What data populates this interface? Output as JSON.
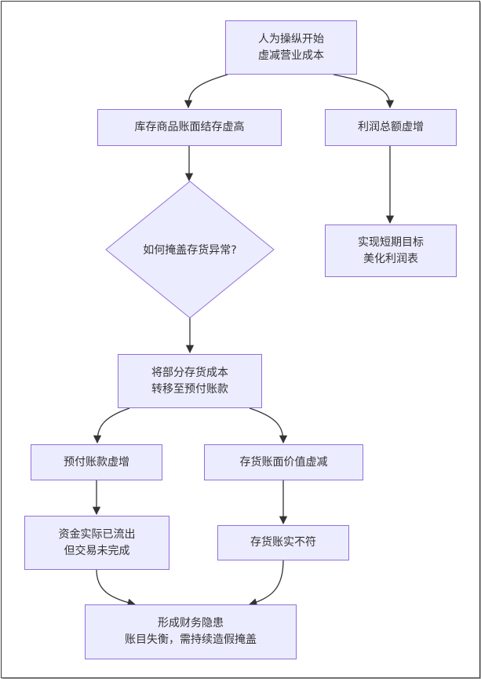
{
  "nodes": {
    "start": {
      "line1": "人为操纵开始",
      "line2": "虚减营业成本"
    },
    "inventory_high": {
      "line1": "库存商品账面结存虚高"
    },
    "profit_inflated": {
      "line1": "利润总额虚增"
    },
    "short_term_goal": {
      "line1": "实现短期目标",
      "line2": "美化利润表"
    },
    "decision": {
      "line1": "如何掩盖存货异常?"
    },
    "transfer_cost": {
      "line1": "将部分存货成本",
      "line2": "转移至预付账款"
    },
    "prepaid_inflated": {
      "line1": "预付账款虚增"
    },
    "inventory_value_reduced": {
      "line1": "存货账面价值虚减"
    },
    "funds_outflow": {
      "line1": "资金实际已流出",
      "line2": "但交易未完成"
    },
    "inventory_mismatch": {
      "line1": "存货账实不符"
    },
    "hidden_risk": {
      "line1": "形成财务隐患",
      "line2": "账目失衡，需持续造假掩盖"
    }
  },
  "colors": {
    "node_fill": "#ECECFF",
    "node_border": "#9370DB",
    "edge": "#333333",
    "text": "#333333"
  }
}
